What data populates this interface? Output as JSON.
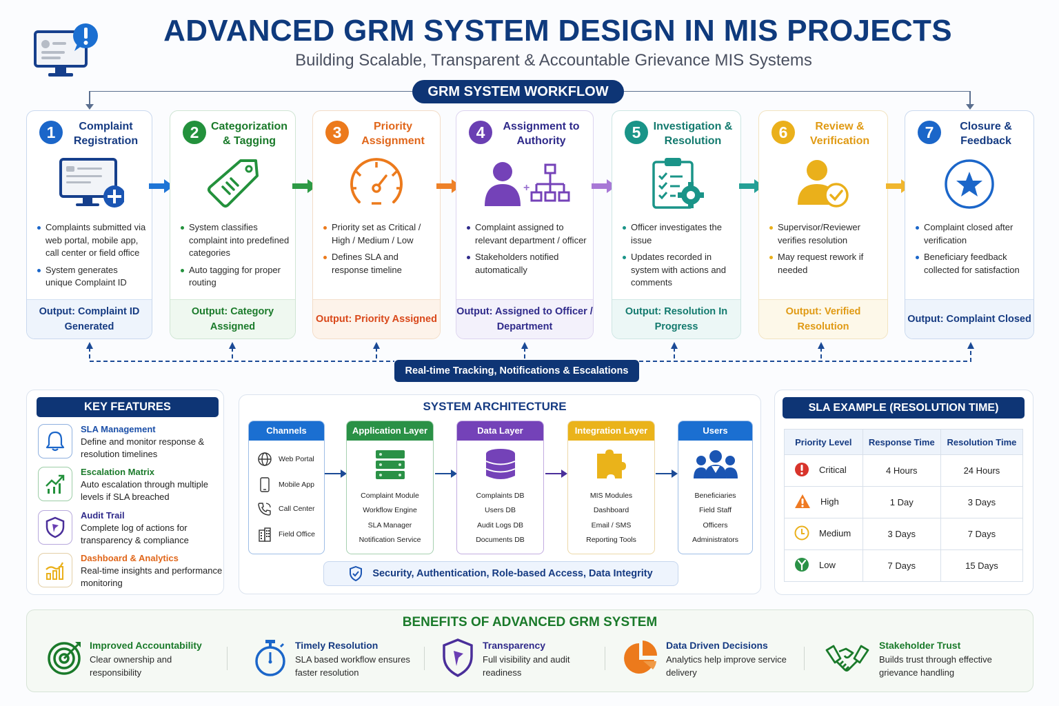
{
  "header": {
    "title": "ADVANCED GRM SYSTEM DESIGN IN MIS PROJECTS",
    "subtitle": "Building Scalable, Transparent & Accountable Grievance MIS Systems",
    "logo_icon": "monitor-alert-icon"
  },
  "workflow": {
    "banner": "GRM SYSTEM WORKFLOW",
    "steps": [
      {
        "num": "1",
        "title": "Complaint Registration",
        "icon": "monitor-plus-icon",
        "color": "#1b66c9",
        "title_color": "#163b82",
        "bullets": [
          "Complaints submitted via web portal, mobile app, call center or field office",
          "System generates unique Complaint ID"
        ],
        "output": "Output: Complaint ID Generated"
      },
      {
        "num": "2",
        "title": "Categorization & Tagging",
        "icon": "tag-icon",
        "color": "#23913c",
        "title_color": "#1a7a2a",
        "bullets": [
          "System classifies complaint into predefined categories",
          "Auto tagging for proper routing"
        ],
        "output": "Output: Category Assigned"
      },
      {
        "num": "3",
        "title": "Priority Assignment",
        "icon": "speedometer-icon",
        "color": "#ec7a1c",
        "title_color": "#e0661a",
        "bullets": [
          "Priority set as Critical / High / Medium / Low",
          "Defines SLA and response timeline"
        ],
        "output": "Output: Priority Assigned"
      },
      {
        "num": "4",
        "title": "Assignment to Authority",
        "icon": "person-org-chart-icon",
        "color": "#6a3fb3",
        "title_color": "#2f2a8a",
        "bullets": [
          "Complaint assigned to relevant department / officer",
          "Stakeholders notified automatically"
        ],
        "output": "Output: Assigned to Officer / Department"
      },
      {
        "num": "5",
        "title": "Investigation & Resolution",
        "icon": "clipboard-gear-icon",
        "color": "#1a9488",
        "title_color": "#137a6e",
        "bullets": [
          "Officer investigates the issue",
          "Updates recorded in system with actions and comments"
        ],
        "output": "Output: Resolution In Progress"
      },
      {
        "num": "6",
        "title": "Review & Verification",
        "icon": "person-check-icon",
        "color": "#eab01b",
        "title_color": "#e09a14",
        "bullets": [
          "Supervisor/Reviewer verifies resolution",
          "May request rework if needed"
        ],
        "output": "Output: Verified Resolution"
      },
      {
        "num": "7",
        "title": "Closure & Feedback",
        "icon": "star-circle-icon",
        "color": "#1b66c9",
        "title_color": "#163b82",
        "bullets": [
          "Complaint closed after verification",
          "Beneficiary feedback collected for satisfaction"
        ],
        "output": "Output: Complaint Closed"
      }
    ],
    "tracking_label": "Real-time Tracking, Notifications & Escalations"
  },
  "key_features": {
    "title": "KEY FEATURES",
    "items": [
      {
        "title": "SLA Management",
        "desc": "Define and monitor response & resolution timelines",
        "icon": "bell-icon",
        "color": "#1b4fa8"
      },
      {
        "title": "Escalation Matrix",
        "desc": "Auto escalation through multiple levels if SLA breached",
        "icon": "trend-up-icon",
        "color": "#1a7a2a"
      },
      {
        "title": "Audit Trail",
        "desc": "Complete log of actions for transparency & compliance",
        "icon": "shield-flag-icon",
        "color": "#2f2a8a"
      },
      {
        "title": "Dashboard & Analytics",
        "desc": "Real-time insights and performance monitoring",
        "icon": "bar-chart-icon",
        "color": "#e0661a"
      }
    ]
  },
  "architecture": {
    "title": "SYSTEM ARCHITECTURE",
    "layers": [
      {
        "name": "Channels",
        "color": "#1b6fd1",
        "items": [
          {
            "label": "Web Portal",
            "icon": "globe-icon"
          },
          {
            "label": "Mobile App",
            "icon": "mobile-phone-icon"
          },
          {
            "label": "Call Center",
            "icon": "phone-icon"
          },
          {
            "label": "Field Office",
            "icon": "building-icon"
          }
        ]
      },
      {
        "name": "Application Layer",
        "color": "#2a9146",
        "icon": "server-icon",
        "items": [
          "Complaint Module",
          "Workflow Engine",
          "SLA Manager",
          "Notification Service"
        ]
      },
      {
        "name": "Data Layer",
        "color": "#7442b8",
        "icon": "database-icon",
        "items": [
          "Complaints DB",
          "Users DB",
          "Audit Logs DB",
          "Documents DB"
        ]
      },
      {
        "name": "Integration Layer",
        "color": "#eab31a",
        "icon": "puzzle-icon",
        "items": [
          "MIS Modules",
          "Dashboard",
          "Email / SMS",
          "Reporting Tools"
        ]
      },
      {
        "name": "Users",
        "color": "#1b6fd1",
        "icon": "users-group-icon",
        "items": [
          "Beneficiaries",
          "Field Staff",
          "Officers",
          "Administrators"
        ]
      }
    ],
    "security_label": "Security, Authentication, Role-based Access, Data Integrity"
  },
  "sla": {
    "title": "SLA EXAMPLE (RESOLUTION TIME)",
    "columns": [
      "Priority Level",
      "Response Time",
      "Resolution Time"
    ],
    "rows": [
      {
        "priority": "Critical",
        "response": "4 Hours",
        "resolution": "24 Hours",
        "icon": "critical-alert-icon",
        "color": "#d8342b"
      },
      {
        "priority": "High",
        "response": "1 Day",
        "resolution": "3 Days",
        "icon": "warning-triangle-icon",
        "color": "#ef7a22"
      },
      {
        "priority": "Medium",
        "response": "3 Days",
        "resolution": "7 Days",
        "icon": "clock-icon",
        "color": "#eab01b"
      },
      {
        "priority": "Low",
        "response": "7 Days",
        "resolution": "15 Days",
        "icon": "low-priority-icon",
        "color": "#2a9146"
      }
    ]
  },
  "benefits": {
    "title": "BENEFITS OF ADVANCED GRM SYSTEM",
    "items": [
      {
        "title": "Improved Accountability",
        "desc": "Clear ownership and responsibility",
        "icon": "target-icon",
        "color": "#1a7a2a"
      },
      {
        "title": "Timely Resolution",
        "desc": "SLA based workflow ensures faster resolution",
        "icon": "stopwatch-icon",
        "color": "#163b82"
      },
      {
        "title": "Transparency",
        "desc": "Full visibility and audit readiness",
        "icon": "shield-flag-icon",
        "color": "#2f2a8a"
      },
      {
        "title": "Data Driven Decisions",
        "desc": "Analytics help improve service delivery",
        "icon": "pie-chart-icon",
        "color": "#163b82"
      },
      {
        "title": "Stakeholder Trust",
        "desc": "Builds trust through effective grievance handling",
        "icon": "handshake-icon",
        "color": "#1a7a2a"
      }
    ]
  }
}
